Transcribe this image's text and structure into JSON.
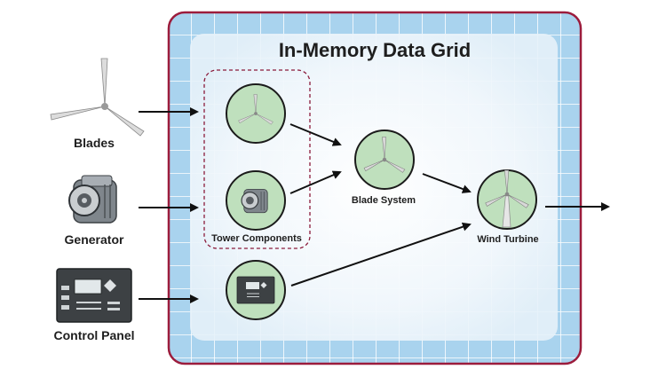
{
  "grid": {
    "title": "In-Memory Data Grid"
  },
  "inputs": {
    "blades": "Blades",
    "generator": "Generator",
    "control_panel": "Control Panel"
  },
  "nodes": {
    "tower_components": "Tower Components",
    "blade_system": "Blade System",
    "wind_turbine": "Wind Turbine"
  },
  "colors": {
    "grid_border": "#9c1c3c",
    "grid_tile": "#a9d3ee",
    "node_fill": "#bfe0bd",
    "group_dash": "#8a1a3a"
  }
}
